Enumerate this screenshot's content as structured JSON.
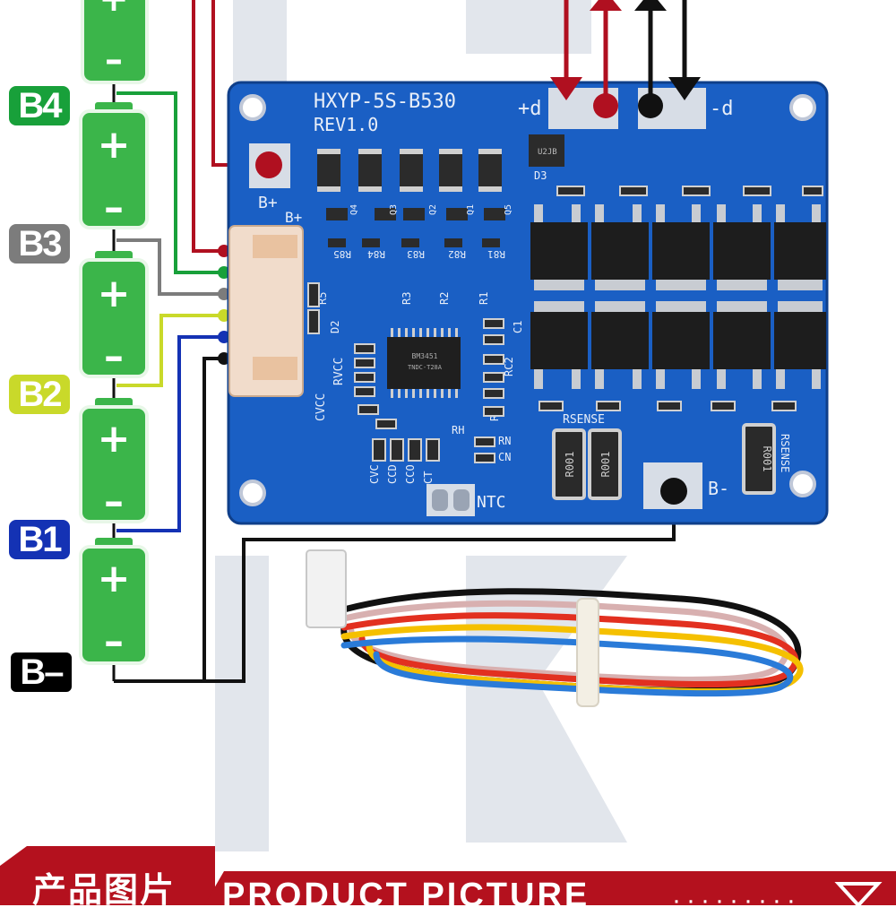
{
  "battery_tags": {
    "b4": "B4",
    "b3": "B3",
    "b2": "B2",
    "b1": "B1",
    "b_neg": "B–"
  },
  "board": {
    "model": "HXYP-5S-B530",
    "revision": "REV1.0",
    "pad_p_plus": "+d",
    "pad_p_minus": "-d",
    "pad_b_plus": "B+",
    "pad_b_minus": "B-",
    "connector_label": "B+",
    "ntc_label": "NTC",
    "rsense_label": "RSENSE",
    "rsense_label_right": "RSENSE",
    "resistor_value": "R001",
    "chip_marking": "BM3451",
    "chip_marking_2": "TNDC-T28A",
    "diode_label": "D3",
    "diode_marking": "U2JB",
    "small_labels": [
      "RVCC",
      "CVCC",
      "R5",
      "R3",
      "R2",
      "R1",
      "D2",
      "CVC",
      "CCD",
      "CCO",
      "CT",
      "RT",
      "RC2",
      "C1",
      "RN",
      "CN",
      "RH",
      "R85",
      "R84",
      "R83",
      "R82",
      "R81",
      "Q1",
      "Q2",
      "Q3",
      "Q4",
      "Q5"
    ]
  },
  "banner": {
    "cn": "产品图片",
    "en": "PRODUCT PICTURE",
    "dots": "·········"
  },
  "colors": {
    "pcb_blue": "#1a5fc4",
    "battery_green": "#3bb54a",
    "wire_red": "#b01020",
    "wire_green": "#18a03a",
    "wire_gray": "#7c7c7c",
    "wire_yellow": "#c9d92a",
    "wire_blue": "#1432b4",
    "wire_black": "#111111",
    "banner_red": "#b4111e"
  }
}
